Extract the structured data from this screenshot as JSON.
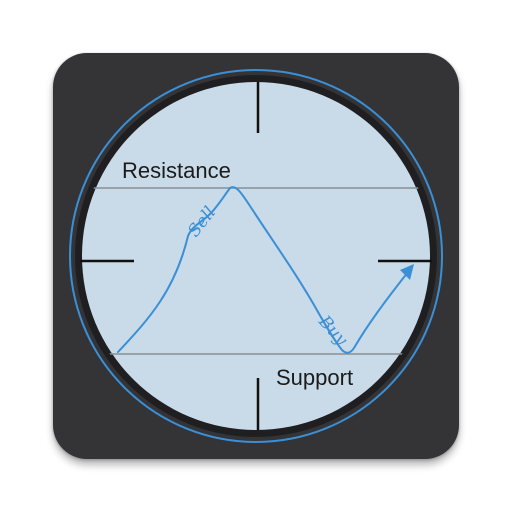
{
  "icon": {
    "labels": {
      "resistance": "Resistance",
      "support": "Support",
      "sell": "Sell",
      "buy": "Buy"
    },
    "colors": {
      "tile": "#343436",
      "lens_fill": "#c9dbe9",
      "lens_border": "#1f1f21",
      "outer_ring": "#3a8fd6",
      "trend_line": "#3a8fd6",
      "level_line": "#8a8f94",
      "crosshair": "#111111"
    }
  }
}
